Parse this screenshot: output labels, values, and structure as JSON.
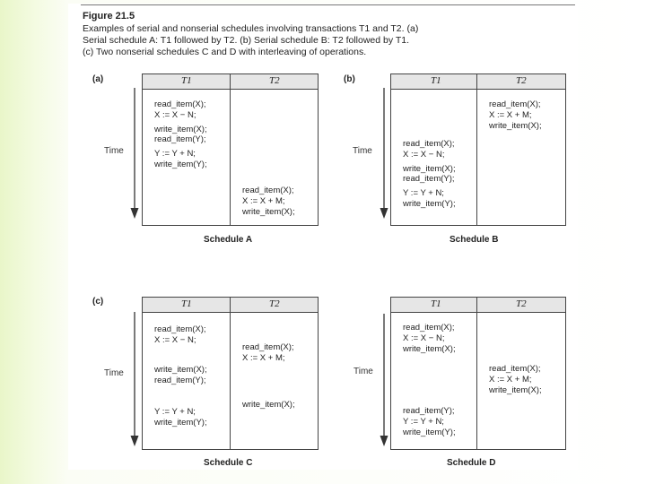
{
  "figure": {
    "title": "Figure 21.5",
    "caption_line1": "Examples of serial and nonserial schedules involving transactions T1 and T2. (a)",
    "caption_line2": "Serial schedule A: T1 followed by T2. (b) Serial schedule B: T2 followed by T1.",
    "caption_line3": "(c) Two nonserial schedules C and D with interleaving of operations."
  },
  "time_label": "Time",
  "col_t1": "T1",
  "col_t2": "T2",
  "panels": {
    "a": {
      "label": "(a)",
      "caption": "Schedule A",
      "t1_ops": [
        "read_item(X);",
        "X := X − N;",
        "write_item(X);",
        "read_item(Y);",
        "Y := Y + N;",
        "write_item(Y);"
      ],
      "t2_ops": [
        "read_item(X);",
        "X := X + M;",
        "write_item(X);"
      ]
    },
    "b": {
      "label": "(b)",
      "caption": "Schedule B",
      "t1_ops": [
        "read_item(X);",
        "X := X − N;",
        "write_item(X);",
        "read_item(Y);",
        "Y := Y + N;",
        "write_item(Y);"
      ],
      "t2_ops": [
        "read_item(X);",
        "X := X + M;",
        "write_item(X);"
      ]
    },
    "c": {
      "label": "(c)",
      "caption": "Schedule C",
      "t1_ops": [
        "read_item(X);",
        "X := X − N;",
        "write_item(X);",
        "read_item(Y);",
        "Y := Y + N;",
        "write_item(Y);"
      ],
      "t2_ops": [
        "read_item(X);",
        "X := X + M;",
        "write_item(X);"
      ]
    },
    "d": {
      "label": "",
      "caption": "Schedule D",
      "t1_ops": [
        "read_item(X);",
        "X := X − N;",
        "write_item(X);",
        "read_item(Y);",
        "Y := Y + N;",
        "write_item(Y);"
      ],
      "t2_ops": [
        "read_item(X);",
        "X := X + M;",
        "write_item(X);"
      ]
    }
  }
}
